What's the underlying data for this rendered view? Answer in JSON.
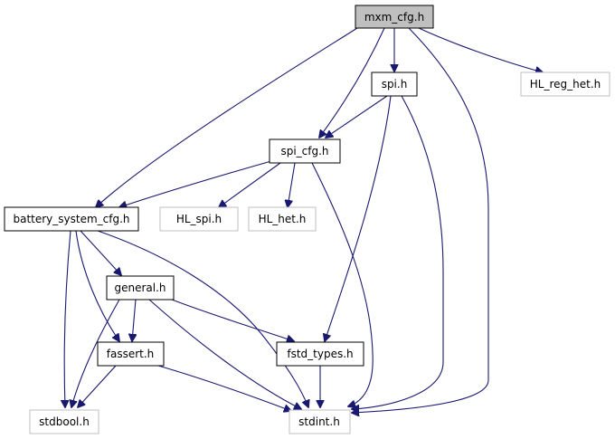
{
  "diagram": {
    "nodes": {
      "mxm_cfg": "mxm_cfg.h",
      "spi": "spi.h",
      "hl_reg_het": "HL_reg_het.h",
      "spi_cfg": "spi_cfg.h",
      "battery_system_cfg": "battery_system_cfg.h",
      "hl_spi": "HL_spi.h",
      "hl_het": "HL_het.h",
      "general": "general.h",
      "fassert": "fassert.h",
      "fstd_types": "fstd_types.h",
      "stdbool": "stdbool.h",
      "stdint": "stdint.h"
    },
    "edges": [
      [
        "mxm_cfg",
        "battery_system_cfg"
      ],
      [
        "mxm_cfg",
        "spi_cfg"
      ],
      [
        "mxm_cfg",
        "spi"
      ],
      [
        "mxm_cfg",
        "hl_reg_het"
      ],
      [
        "mxm_cfg",
        "stdint"
      ],
      [
        "spi",
        "spi_cfg"
      ],
      [
        "spi",
        "fstd_types"
      ],
      [
        "spi",
        "stdint"
      ],
      [
        "spi_cfg",
        "battery_system_cfg"
      ],
      [
        "spi_cfg",
        "hl_spi"
      ],
      [
        "spi_cfg",
        "hl_het"
      ],
      [
        "spi_cfg",
        "stdint"
      ],
      [
        "battery_system_cfg",
        "general"
      ],
      [
        "battery_system_cfg",
        "fassert"
      ],
      [
        "battery_system_cfg",
        "stdbool"
      ],
      [
        "battery_system_cfg",
        "stdint"
      ],
      [
        "general",
        "fassert"
      ],
      [
        "general",
        "fstd_types"
      ],
      [
        "general",
        "stdbool"
      ],
      [
        "general",
        "stdint"
      ],
      [
        "fassert",
        "stdbool"
      ],
      [
        "fassert",
        "stdint"
      ],
      [
        "fstd_types",
        "stdint"
      ]
    ],
    "colors": {
      "edge": "#191970",
      "root_fill": "#bfbfbf",
      "node_border": "#000000",
      "external_border": "#bfbfbf"
    }
  }
}
